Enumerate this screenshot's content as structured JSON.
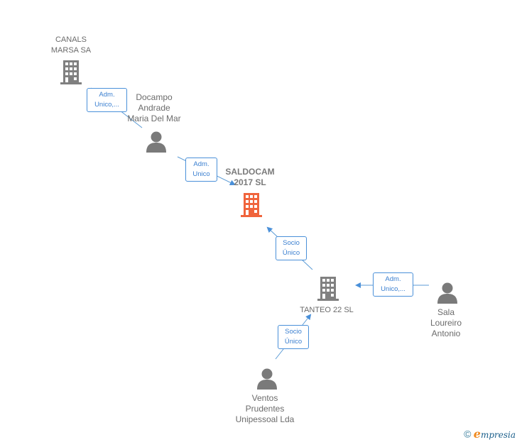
{
  "nodes": {
    "canals": {
      "lines": [
        "CANALS",
        "MARSA SA"
      ],
      "type": "company",
      "color": "#808080"
    },
    "docampo": {
      "lines": [
        "Docampo",
        "Andrade",
        "Maria Del Mar"
      ],
      "type": "person",
      "color": "#808080"
    },
    "saldocam": {
      "lines": [
        "SALDOCAM",
        "2017  SL"
      ],
      "type": "company",
      "color": "#f0643c"
    },
    "tanteo": {
      "lines": [
        "TANTEO 22  SL"
      ],
      "type": "company",
      "color": "#808080"
    },
    "sala": {
      "lines": [
        "Sala",
        "Loureiro",
        "Antonio"
      ],
      "type": "person",
      "color": "#808080"
    },
    "ventos": {
      "lines": [
        "Ventos",
        "Prudentes",
        "Unipessoal Lda"
      ],
      "type": "person",
      "color": "#808080"
    }
  },
  "edges": {
    "canals_docampo": {
      "lines": [
        "Adm.",
        "Unico,..."
      ]
    },
    "docampo_saldocam": {
      "lines": [
        "Adm.",
        "Unico"
      ]
    },
    "tanteo_saldocam": {
      "lines": [
        "Socio",
        "Único"
      ]
    },
    "sala_tanteo": {
      "lines": [
        "Adm.",
        "Unico,..."
      ]
    },
    "ventos_tanteo": {
      "lines": [
        "Socio",
        "Único"
      ]
    }
  },
  "colors": {
    "edge": "#4a90d9",
    "edge_line": "#5b9bd5"
  },
  "footer": {
    "copyright": "©",
    "brand_e": "e",
    "brand_rest": "mpresia"
  }
}
